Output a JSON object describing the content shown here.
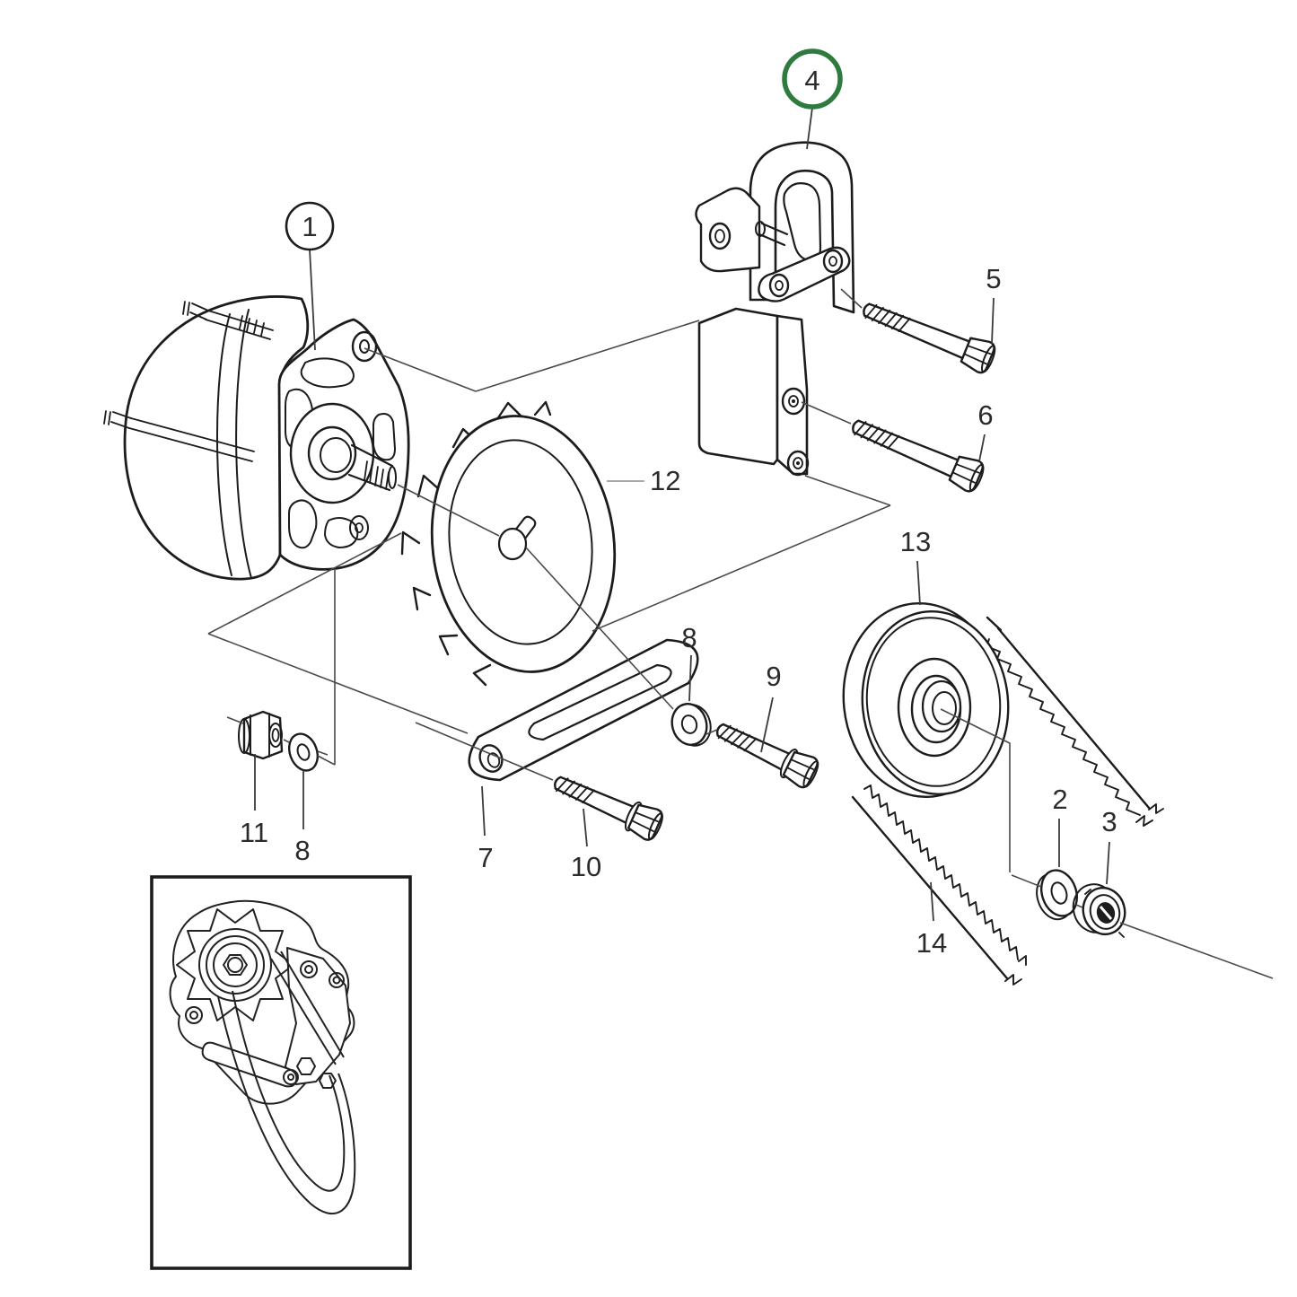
{
  "figure": {
    "background": "#ffffff",
    "line_color": "#1c1c1c",
    "construction_line_color": "#4a4a4a",
    "muted_label_color": "#9b9b9b",
    "highlight_color": "#2e7a3f",
    "callout_text_color": "#2b2b2b"
  },
  "callouts": [
    {
      "id": "1",
      "label": "1",
      "circled": true,
      "highlighted": false
    },
    {
      "id": "4",
      "label": "4",
      "circled": true,
      "highlighted": true
    },
    {
      "id": "5",
      "label": "5",
      "circled": false,
      "highlighted": false
    },
    {
      "id": "6",
      "label": "6",
      "circled": false,
      "highlighted": false
    },
    {
      "id": "12",
      "label": "12",
      "circled": false,
      "highlighted": false,
      "muted": true
    },
    {
      "id": "13",
      "label": "13",
      "circled": false,
      "highlighted": false
    },
    {
      "id": "8a",
      "label": "8",
      "circled": false,
      "highlighted": false
    },
    {
      "id": "9",
      "label": "9",
      "circled": false,
      "highlighted": false
    },
    {
      "id": "7",
      "label": "7",
      "circled": false,
      "highlighted": false
    },
    {
      "id": "10",
      "label": "10",
      "circled": false,
      "highlighted": false
    },
    {
      "id": "11",
      "label": "11",
      "circled": false,
      "highlighted": false
    },
    {
      "id": "8b",
      "label": "8",
      "circled": false,
      "highlighted": false
    },
    {
      "id": "2",
      "label": "2",
      "circled": false,
      "highlighted": false
    },
    {
      "id": "3",
      "label": "3",
      "circled": false,
      "highlighted": false
    },
    {
      "id": "14",
      "label": "14",
      "circled": false,
      "highlighted": false
    }
  ]
}
